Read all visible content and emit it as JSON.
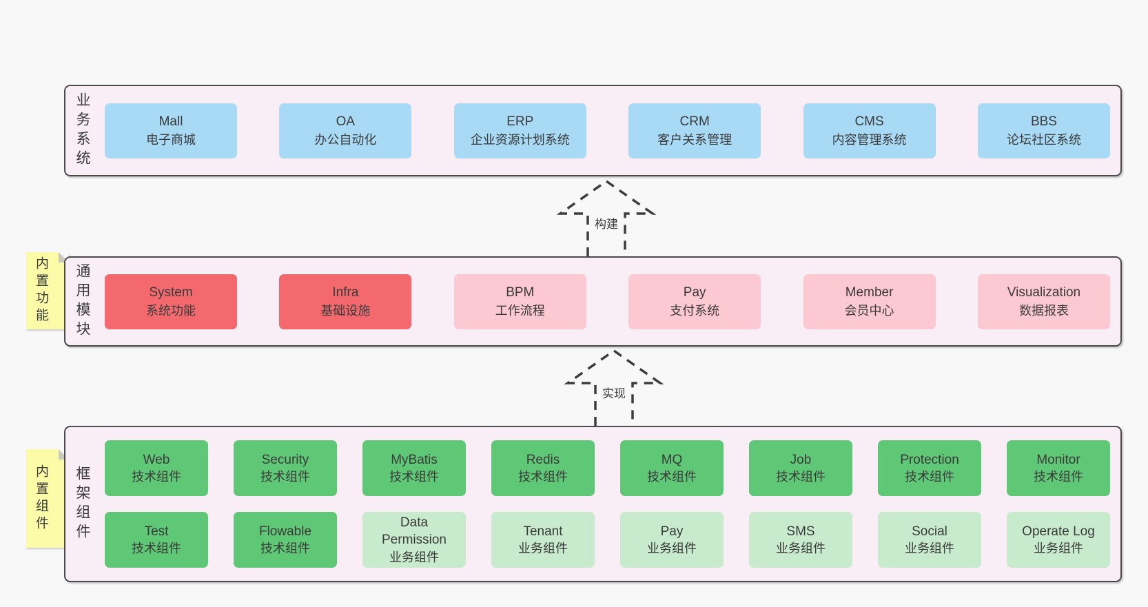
{
  "colors": {
    "page_bg": "#f8f8f8",
    "panel_bg": "#f9edf6",
    "panel_border": "#4a4a4a",
    "blue": "#a8daf5",
    "red": "#f3696e",
    "pink": "#fcc8d2",
    "green": "#5fc876",
    "light_green": "#c8ebce",
    "yellow": "#fbfba8",
    "text": "#3a3a3a"
  },
  "arrows": {
    "build": "构建",
    "implement": "实现"
  },
  "layers": {
    "business": {
      "label": "业务系统",
      "boxes": [
        {
          "title": "Mall",
          "subtitle": "电子商城"
        },
        {
          "title": "OA",
          "subtitle": "办公自动化"
        },
        {
          "title": "ERP",
          "subtitle": "企业资源计划系统"
        },
        {
          "title": "CRM",
          "subtitle": "客户关系管理"
        },
        {
          "title": "CMS",
          "subtitle": "内容管理系统"
        },
        {
          "title": "BBS",
          "subtitle": "论坛社区系统"
        }
      ]
    },
    "modules": {
      "label": "通用模块",
      "note": "内置功能",
      "boxes": [
        {
          "title": "System",
          "subtitle": "系统功能"
        },
        {
          "title": "Infra",
          "subtitle": "基础设施"
        },
        {
          "title": "BPM",
          "subtitle": "工作流程"
        },
        {
          "title": "Pay",
          "subtitle": "支付系统"
        },
        {
          "title": "Member",
          "subtitle": "会员中心"
        },
        {
          "title": "Visualization",
          "subtitle": "数据报表"
        }
      ]
    },
    "components": {
      "label": "框架组件",
      "note": "内置组件",
      "row1": [
        {
          "title": "Web",
          "subtitle": "技术组件"
        },
        {
          "title": "Security",
          "subtitle": "技术组件"
        },
        {
          "title": "MyBatis",
          "subtitle": "技术组件"
        },
        {
          "title": "Redis",
          "subtitle": "技术组件"
        },
        {
          "title": "MQ",
          "subtitle": "技术组件"
        },
        {
          "title": "Job",
          "subtitle": "技术组件"
        },
        {
          "title": "Protection",
          "subtitle": "技术组件"
        },
        {
          "title": "Monitor",
          "subtitle": "技术组件"
        }
      ],
      "row2": [
        {
          "title": "Test",
          "subtitle": "技术组件"
        },
        {
          "title": "Flowable",
          "subtitle": "技术组件"
        },
        {
          "title": "Data Permission",
          "subtitle": "业务组件"
        },
        {
          "title": "Tenant",
          "subtitle": "业务组件"
        },
        {
          "title": "Pay",
          "subtitle": "业务组件"
        },
        {
          "title": "SMS",
          "subtitle": "业务组件"
        },
        {
          "title": "Social",
          "subtitle": "业务组件"
        },
        {
          "title": "Operate Log",
          "subtitle": "业务组件"
        }
      ]
    }
  }
}
